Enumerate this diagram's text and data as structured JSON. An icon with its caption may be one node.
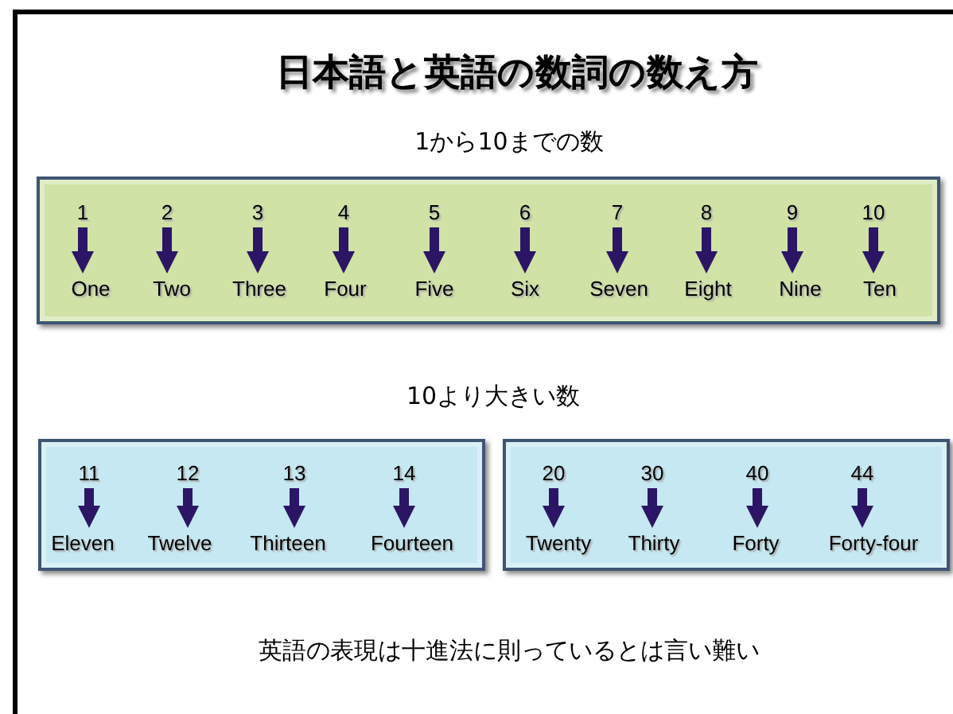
{
  "diagram": {
    "title": "日本語と英語の数詞の数え方",
    "nodes": [
      {
        "text": [],
        "shape": "box"
      },
      {
        "text": [
          "1"
        ],
        "in": 0
      },
      {
        "text": [
          "One"
        ],
        "in": 0
      },
      {
        "text": [
          "2"
        ],
        "in": 0
      },
      {
        "text": [
          "Two"
        ],
        "in": 0
      },
      {
        "text": [
          "3"
        ],
        "in": 0
      },
      {
        "text": [
          "Three"
        ],
        "in": 0
      },
      {
        "text": [
          "4"
        ],
        "in": 0
      },
      {
        "text": [
          "Four"
        ],
        "in": 0
      },
      {
        "text": [
          "5"
        ],
        "in": 0
      },
      {
        "text": [
          "Five"
        ],
        "in": 0
      },
      {
        "text": [
          "6"
        ],
        "in": 0
      },
      {
        "text": [
          "Six"
        ],
        "in": 0
      },
      {
        "text": [
          "7"
        ],
        "in": 0
      },
      {
        "text": [
          "Seven"
        ],
        "in": 0
      },
      {
        "text": [
          "8"
        ],
        "in": 0
      },
      {
        "text": [
          "Eight"
        ],
        "in": 0
      },
      {
        "text": [
          "9"
        ],
        "in": 0
      },
      {
        "text": [
          "Nine"
        ],
        "in": 0
      },
      {
        "text": [
          "10"
        ],
        "in": 0
      },
      {
        "text": [
          "Ten"
        ],
        "in": 0
      },
      {
        "text": [],
        "shape": "box"
      },
      {
        "text": [
          "11"
        ],
        "in": 21
      },
      {
        "text": [
          "Eleven"
        ],
        "in": 21
      },
      {
        "text": [
          "12"
        ],
        "in": 21
      },
      {
        "text": [
          "Twelve"
        ],
        "in": 21
      },
      {
        "text": [
          "13"
        ],
        "in": 21
      },
      {
        "text": [
          "Thirteen"
        ],
        "in": 21
      },
      {
        "text": [
          "14"
        ],
        "in": 21
      },
      {
        "text": [
          "Fourteen"
        ],
        "in": 21
      },
      {
        "text": [],
        "shape": "box"
      },
      {
        "text": [
          "20"
        ],
        "in": 30
      },
      {
        "text": [
          "Twenty"
        ],
        "in": 30
      },
      {
        "text": [
          "30"
        ],
        "in": 30
      },
      {
        "text": [
          "Thirty"
        ],
        "in": 30
      },
      {
        "text": [
          "40"
        ],
        "in": 30
      },
      {
        "text": [
          "Forty"
        ],
        "in": 30
      },
      {
        "text": [
          "44"
        ],
        "in": 30
      },
      {
        "text": [
          "Forty-four"
        ],
        "in": 30
      }
    ],
    "edges": [
      {
        "from": 1,
        "to": 2,
        "arrow": "to"
      },
      {
        "from": 3,
        "to": 4,
        "arrow": "to"
      },
      {
        "from": 5,
        "to": 6,
        "arrow": "to"
      },
      {
        "from": 7,
        "to": 8,
        "arrow": "to"
      },
      {
        "from": 9,
        "to": 10,
        "arrow": "to"
      },
      {
        "from": 11,
        "to": 12,
        "arrow": "to"
      },
      {
        "from": 13,
        "to": 14,
        "arrow": "to"
      },
      {
        "from": 15,
        "to": 16,
        "arrow": "to"
      },
      {
        "from": 17,
        "to": 18,
        "arrow": "to"
      },
      {
        "from": 19,
        "to": 20,
        "arrow": "to"
      },
      {
        "from": 22,
        "to": 23,
        "arrow": "to"
      },
      {
        "from": 24,
        "to": 25,
        "arrow": "to"
      },
      {
        "from": 26,
        "to": 27,
        "arrow": "to"
      },
      {
        "from": 28,
        "to": 29,
        "arrow": "to"
      },
      {
        "from": 31,
        "to": 32,
        "arrow": "to"
      },
      {
        "from": 33,
        "to": 34,
        "arrow": "to"
      },
      {
        "from": 35,
        "to": 36,
        "arrow": "to"
      },
      {
        "from": 37,
        "to": 38,
        "arrow": "to"
      }
    ],
    "labels": [
      "1から10までの数",
      "10より大きい数",
      "英語の表現は十進法に則っているとは言い難い"
    ]
  }
}
